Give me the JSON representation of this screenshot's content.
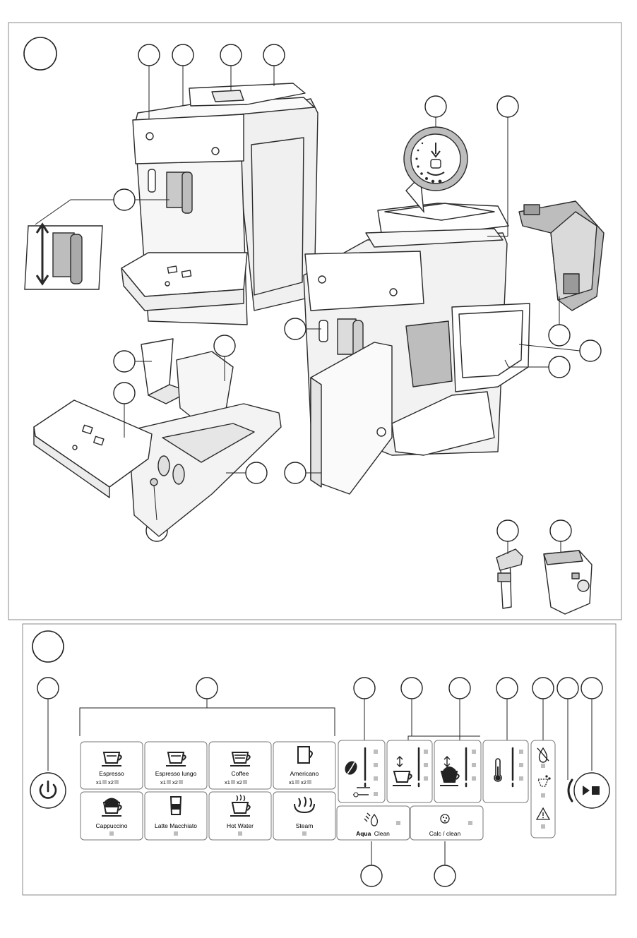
{
  "panel": {
    "buttons_row1": [
      {
        "label": "Espresso",
        "options": [
          "x1",
          "x2"
        ],
        "icon": "espresso-cup-icon"
      },
      {
        "label": "Espresso lungo",
        "options": [
          "x1",
          "x2"
        ],
        "icon": "espresso-lungo-cup-icon"
      },
      {
        "label": "Coffee",
        "options": [
          "x1",
          "x2"
        ],
        "icon": "coffee-cup-icon"
      },
      {
        "label": "Americano",
        "options": [
          "x1",
          "x2"
        ],
        "icon": "americano-mug-icon"
      }
    ],
    "buttons_row2": [
      {
        "label": "Cappuccino",
        "icon": "cappuccino-cup-icon"
      },
      {
        "label": "Latte Macchiato",
        "icon": "latte-glass-icon"
      },
      {
        "label": "Hot Water",
        "icon": "hot-water-cup-icon"
      },
      {
        "label": "Steam",
        "icon": "steam-icon"
      }
    ],
    "aqua_clean": {
      "label_bold": "Aqua",
      "label_rest": "Clean"
    },
    "calc_clean": {
      "label": "Calc / clean"
    }
  },
  "colors": {
    "line": "#2a2a2a",
    "frame": "#888888",
    "indicator": "#bdbdbd",
    "machine_fill": "#f4f4f4",
    "part_fill": "#c9c9c9"
  }
}
